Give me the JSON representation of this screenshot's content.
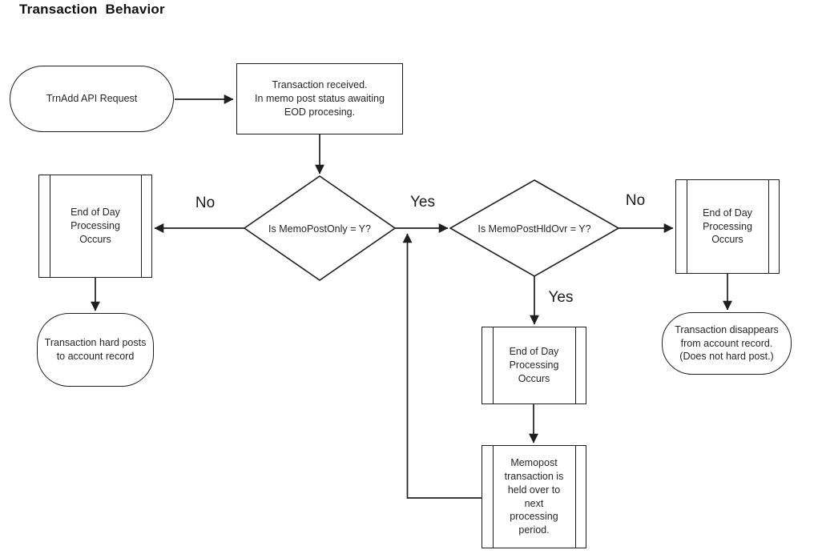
{
  "title": "Transaction  Behavior",
  "colors": {
    "stroke": "#1f1f1f",
    "text": "#262626",
    "background": "#ffffff"
  },
  "nodes": {
    "start": {
      "type": "terminator",
      "label": "TrnAdd API Request"
    },
    "received": {
      "type": "process",
      "label": "Transaction received.\nIn memo post status awaiting\nEOD procesing."
    },
    "decision_memo_post_only": {
      "type": "decision",
      "label": "Is MemoPostOnly = Y?"
    },
    "eod_left": {
      "type": "predefined-process",
      "label": "End of Day\nProcessing\nOccurs"
    },
    "hard_posts": {
      "type": "terminator",
      "label": "Transaction hard posts\nto account record"
    },
    "decision_hold_over": {
      "type": "decision",
      "label": "Is MemoPostHldOvr = Y?"
    },
    "eod_right": {
      "type": "predefined-process",
      "label": "End of Day\nProcessing\nOccurs"
    },
    "disappears": {
      "type": "terminator",
      "label": "Transaction disappears\nfrom account record.\n(Does not hard post.)"
    },
    "eod_middle": {
      "type": "predefined-process",
      "label": "End of Day\nProcessing\nOccurs"
    },
    "hold_over_box": {
      "type": "predefined-process",
      "label": "Memopost\ntransaction is\nheld over to\nnext\nprocessing\nperiod."
    }
  },
  "edge_labels": {
    "no_left": "No",
    "yes_right": "Yes",
    "no_right": "No",
    "yes_down": "Yes"
  }
}
